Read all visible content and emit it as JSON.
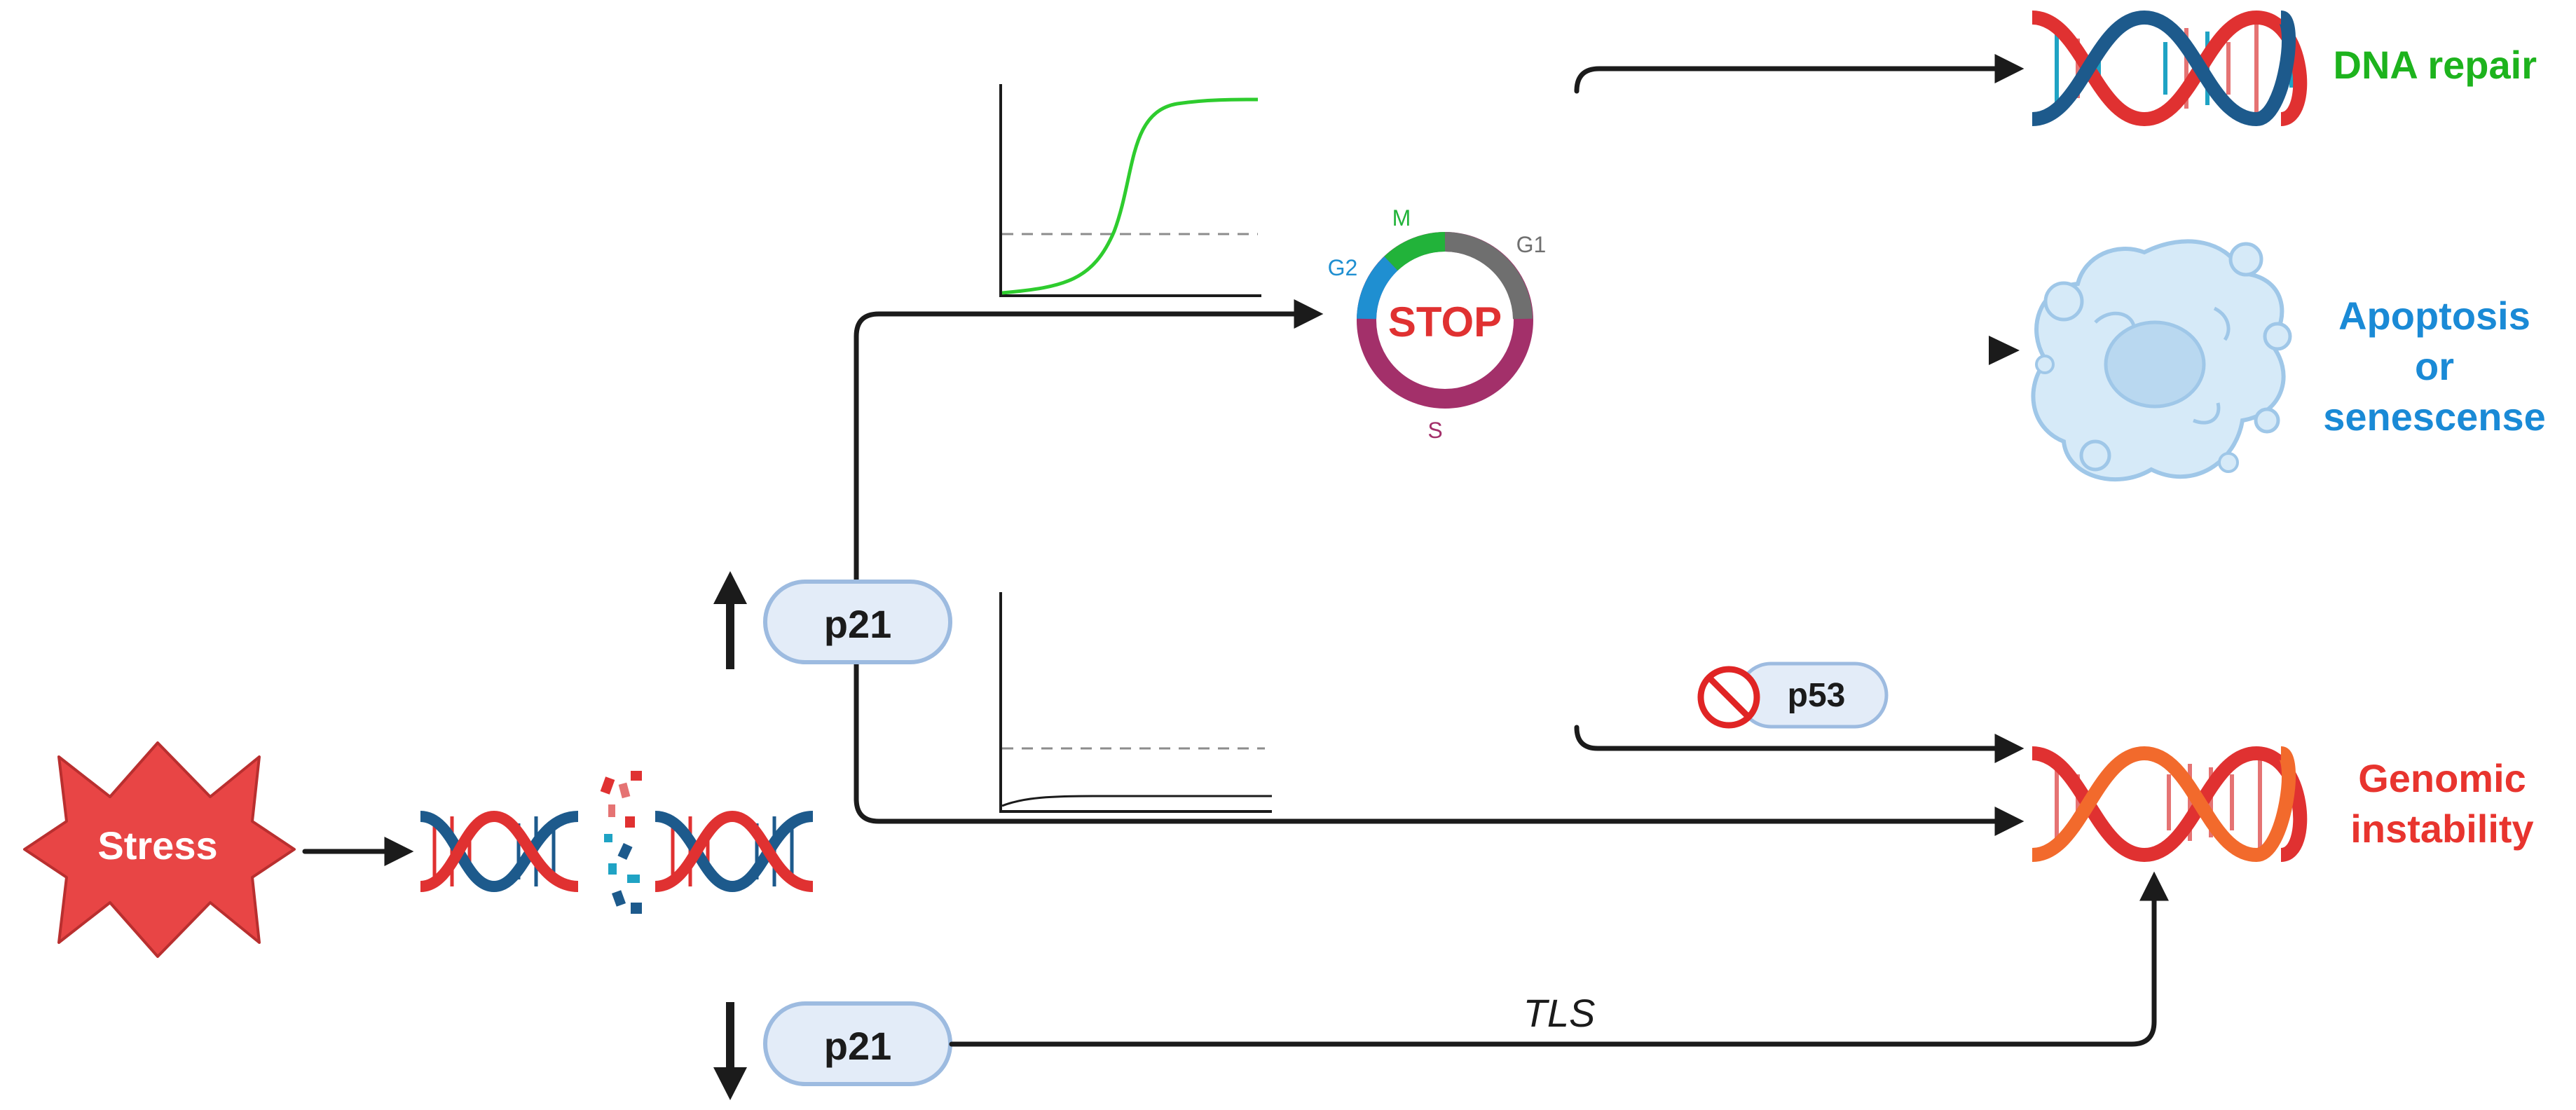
{
  "stress": {
    "label": "Stress"
  },
  "p21_up": {
    "label": "p21"
  },
  "p21_down": {
    "label": "p21"
  },
  "p53": {
    "label": "p53"
  },
  "cell_cycle": {
    "stop_label": "STOP",
    "phases": [
      "M",
      "G1",
      "S",
      "G2"
    ]
  },
  "edge_labels": {
    "tls": "TLS"
  },
  "outcomes": {
    "dna_repair": [
      "DNA repair"
    ],
    "apoptosis": [
      "Apoptosis",
      "or",
      "senescense"
    ],
    "genomic_instability": [
      "Genomic",
      "instability"
    ]
  },
  "colors": {
    "stress": "#e84545",
    "dna_red": "#e03131",
    "dna_blue": "#1d5a8c",
    "dna_teal": "#1fa3c4",
    "repair_green": "#1db31d",
    "apoptosis_blue": "#1a8ad6",
    "instability_red": "#e8342e",
    "phase_m": "#22b33a",
    "phase_g1": "#6f6f6f",
    "phase_s": "#a3306a",
    "phase_g2": "#1f8fd1",
    "pill_fill": "#e3ecf8",
    "pill_stroke": "#9dbbe0",
    "curve_green": "#2ecc2e",
    "cell_fill": "#d6eaf8",
    "cell_stroke": "#9fc7e8"
  },
  "icons": {
    "stress": "starburst-icon",
    "broken_dna": "broken-dna-icon",
    "p21_up_arrow": "arrow-up-icon",
    "p21_down_arrow": "arrow-down-icon",
    "p53_block": "prohibited-icon",
    "repair_dna": "dna-helix-icon",
    "apoptosis_cell": "cell-icon",
    "unstable_dna": "dna-helix-icon"
  },
  "plots": {
    "high_p21": {
      "curve": "sigmoid-rise"
    },
    "low_p21": {
      "curve": "flat-low"
    }
  }
}
